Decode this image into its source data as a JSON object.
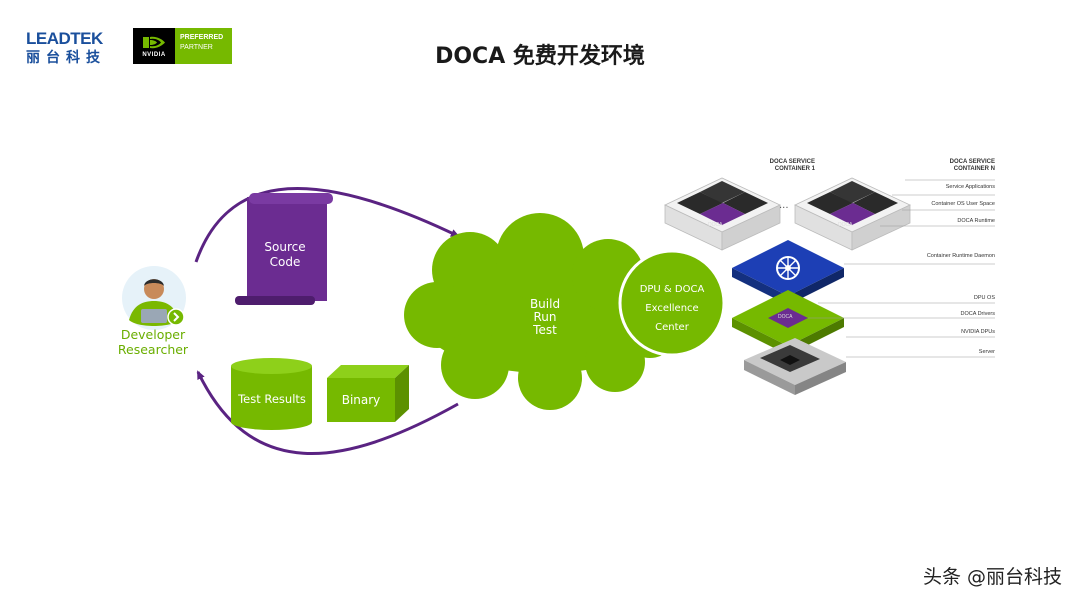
{
  "header": {
    "logo_en": "LEADTEK",
    "logo_cn": "丽台科技",
    "badge_brand": "NVIDIA",
    "badge_line1": "PREFERRED",
    "badge_line2": "PARTNER",
    "title": "DOCA 免费开发环境"
  },
  "developer": {
    "line1": "Developer",
    "line2": "Researcher"
  },
  "nodes": {
    "source_code": {
      "line1": "Source",
      "line2": "Code"
    },
    "cloud": {
      "line1": "Build",
      "line2": "Run",
      "line3": "Test"
    },
    "excellence": {
      "line1": "DPU & DOCA",
      "line2": "Excellence",
      "line3": "Center"
    },
    "test_results": "Test Results",
    "binary": "Binary"
  },
  "stack": {
    "container1_l1": "DOCA SERVICE",
    "container1_l2": "CONTAINER 1",
    "containern_l1": "DOCA SERVICE",
    "containern_l2": "CONTAINER N",
    "ellipsis": "...",
    "chip_label": "DOCA",
    "layers": [
      "Service Applications",
      "Container OS User Space",
      "DOCA Runtime",
      "Container Runtime Daemon",
      "DPU OS",
      "DOCA Drivers",
      "NVIDIA DPUs",
      "Server"
    ]
  },
  "watermark": "头条 @丽台科技",
  "colors": {
    "green": "#76b900",
    "purple": "#6b2c91",
    "blue": "#1d3fb5",
    "arrow": "#5a2382"
  }
}
